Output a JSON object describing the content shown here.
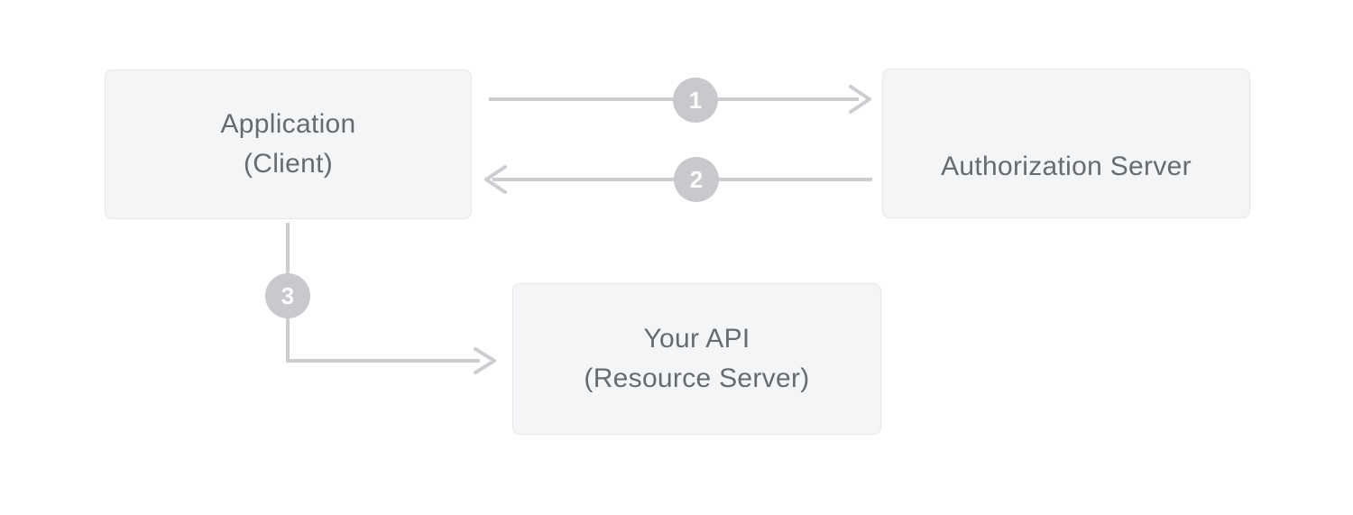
{
  "page": {
    "background_color": "#ffffff"
  },
  "diagram": {
    "type": "flow-diagram",
    "nodes": [
      {
        "id": "application",
        "lines": [
          "Application",
          "(Client)"
        ]
      },
      {
        "id": "authorization-server",
        "lines": [
          "Authorization Server"
        ]
      },
      {
        "id": "your-api",
        "lines": [
          "Your API",
          "(Resource Server)"
        ]
      }
    ],
    "steps": [
      {
        "number": "1",
        "from": "Application (Client)",
        "to": "Authorization Server",
        "direction": "right"
      },
      {
        "number": "2",
        "from": "Authorization Server",
        "to": "Application (Client)",
        "direction": "left"
      },
      {
        "number": "3",
        "from": "Application (Client)",
        "to": "Your API (Resource Server)",
        "direction": "down-right-elbow"
      }
    ],
    "colors": {
      "box_fill": "#f4f5f7",
      "box_border": "#e6e8eb",
      "box_text": "#686b6e",
      "connector": "#cbcdd0",
      "badge_fill": "#c7c9cc",
      "badge_text": "#fdfdfe"
    }
  }
}
